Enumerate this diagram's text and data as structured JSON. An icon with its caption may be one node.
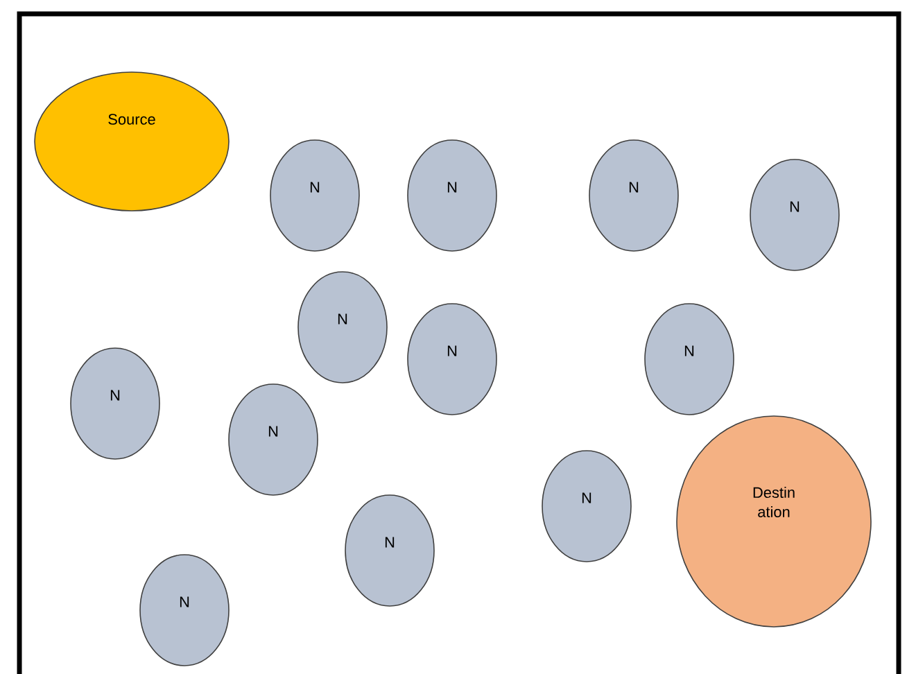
{
  "diagram": {
    "nodes": [
      {
        "text": [
          "Source"
        ]
      },
      {
        "text": [
          "N"
        ]
      },
      {
        "text": [
          "N"
        ]
      },
      {
        "text": [
          "N"
        ]
      },
      {
        "text": [
          "N"
        ]
      },
      {
        "text": [
          "N"
        ]
      },
      {
        "text": [
          "N"
        ]
      },
      {
        "text": [
          "N"
        ]
      },
      {
        "text": [
          "N"
        ]
      },
      {
        "text": [
          "N"
        ]
      },
      {
        "text": [
          "N"
        ]
      },
      {
        "text": [
          "Destin ation"
        ]
      },
      {
        "text": [
          "N"
        ]
      },
      {
        "text": [
          "N"
        ]
      }
    ]
  }
}
